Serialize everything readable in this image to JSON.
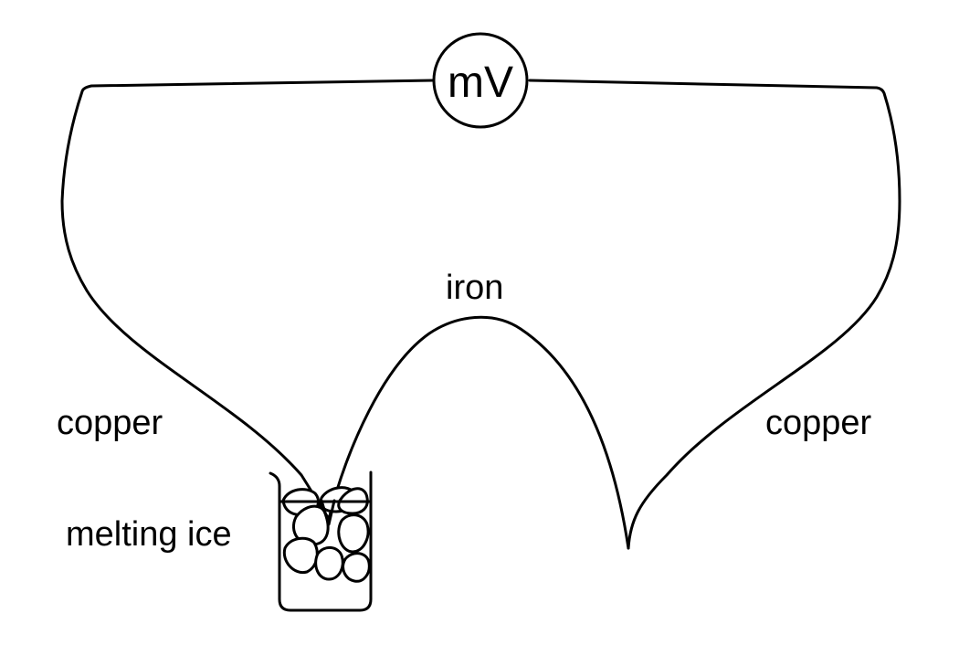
{
  "diagram": {
    "type": "thermocouple-circuit",
    "meter": {
      "label": "mV",
      "icon": "voltmeter-circle"
    },
    "labels": {
      "left_wire": "copper",
      "right_wire": "copper",
      "middle_wire": "iron",
      "cold_junction": "melting ice"
    },
    "components": [
      "millivoltmeter",
      "copper wire (left)",
      "iron wire",
      "copper wire (right)",
      "beaker of melting ice",
      "cold junction",
      "hot junction"
    ],
    "colors": {
      "stroke": "#000000",
      "background": "#ffffff"
    }
  }
}
